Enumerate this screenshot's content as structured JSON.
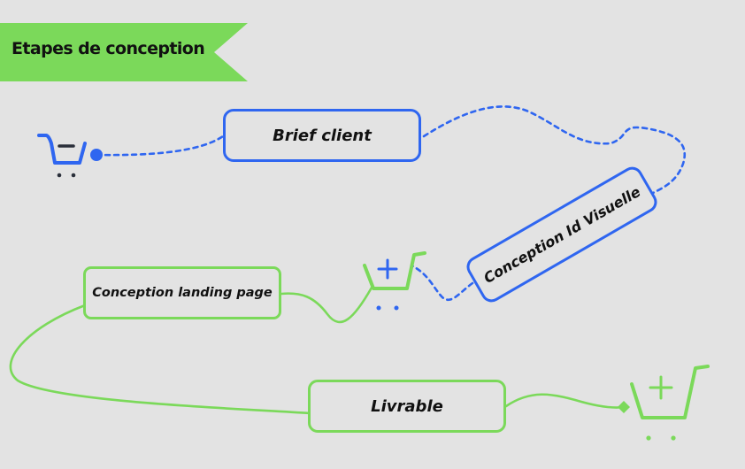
{
  "header": {
    "title": "Etapes de conception"
  },
  "steps": [
    {
      "label": "Brief client"
    },
    {
      "label": "Conception Id Visuelle"
    },
    {
      "label": "Conception landing page"
    },
    {
      "label": "Livrable"
    }
  ],
  "icons": {
    "start": "cart-minus-icon",
    "middle": "cart-plus-icon",
    "end": "cart-plus-icon"
  },
  "colors": {
    "background": "#e3e3e3",
    "banner": "#7bd95a",
    "blue": "#2f66f0",
    "green": "#7bd95a",
    "text": "#111111"
  }
}
